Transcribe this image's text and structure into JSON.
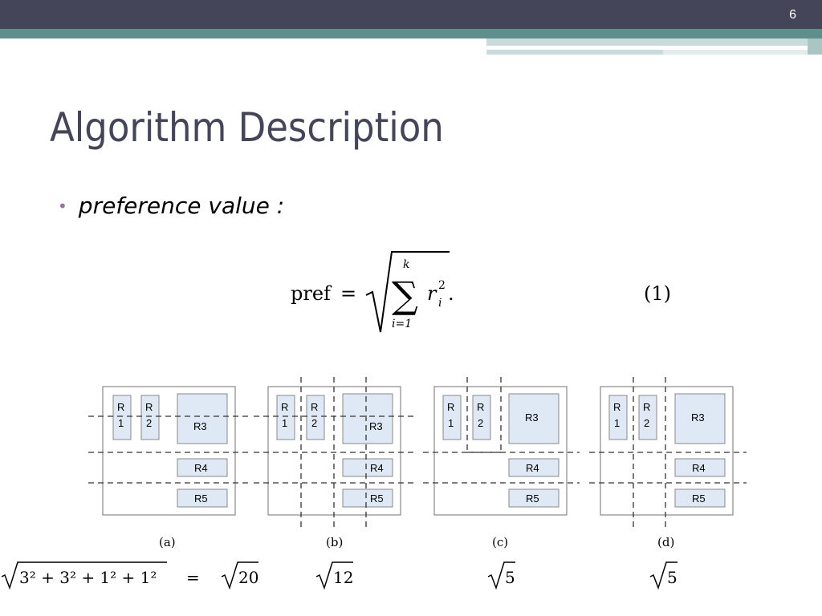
{
  "slide": {
    "number": "6",
    "title": "Algorithm Description",
    "bullet": "preference value :"
  },
  "formula": {
    "lhs": "pref",
    "equals": "=",
    "upper": "k",
    "lower": "i=1",
    "term": "r",
    "sup": "2",
    "sub": "i",
    "number": "(1)"
  },
  "panels": [
    {
      "caption": "(a)",
      "r1": "R\n1",
      "r2": "R\n2",
      "r3": "R3",
      "r4": "R4",
      "r5": "R5"
    },
    {
      "caption": "(b)",
      "r1": "R\n1",
      "r2": "R\n2",
      "r3": "R3",
      "r4": "R4",
      "r5": "R5"
    },
    {
      "caption": "(c)",
      "r1": "R\n1",
      "r2": "R\n2",
      "r3": "R3",
      "r4": "R4",
      "r5": "R5"
    },
    {
      "caption": "(d)",
      "r1": "R\n1",
      "r2": "R\n2",
      "r3": "R3",
      "r4": "R4",
      "r5": "R5"
    }
  ],
  "results": {
    "a_expr": "3² + 3² + 1² + 1²",
    "a_eq": "=",
    "a_val": "20",
    "b_val": "12",
    "c_val": "5",
    "d_val": "5"
  },
  "colors": {
    "header": "#444558",
    "teal": "#5f8f8d",
    "bullet": "#9c6fa6",
    "region_fill": "#dfe8f5"
  }
}
